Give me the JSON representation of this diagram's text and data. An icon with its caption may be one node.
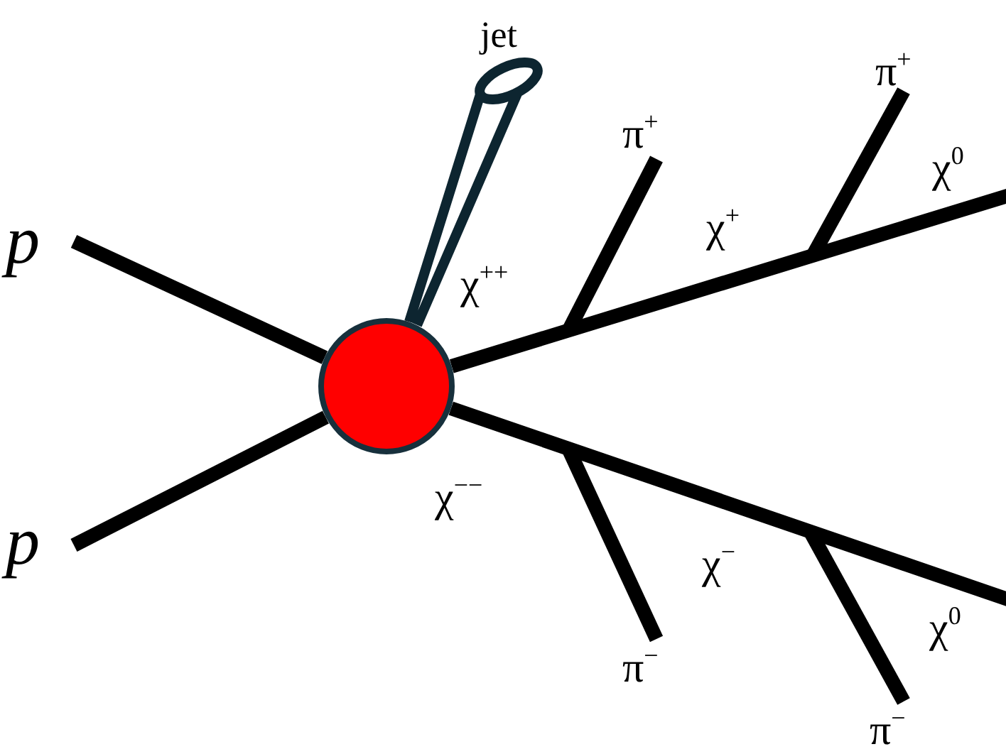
{
  "diagram": {
    "nodes": [
      {
        "text": [
          "p"
        ]
      },
      {
        "text": [
          "p"
        ]
      },
      {
        "text": [],
        "shape": "circle"
      },
      {
        "text": [
          "jet"
        ]
      },
      {
        "text": [
          "π$^{+}$"
        ]
      },
      {
        "text": [
          "π$^{+}$"
        ]
      },
      {
        "text": [
          "π$^{−}$"
        ]
      },
      {
        "text": [
          "π$^{−}$"
        ]
      }
    ],
    "edges": [
      {
        "from": 0,
        "to": 2,
        "arrow": "none"
      },
      {
        "from": 1,
        "to": 2,
        "arrow": "none"
      },
      {
        "from": 2,
        "to": 3,
        "arrow": "none"
      },
      {
        "from": 2,
        "to": null,
        "arrow": "none"
      },
      {
        "from": null,
        "to": 4,
        "arrow": "none"
      },
      {
        "from": null,
        "to": 5,
        "arrow": "none"
      },
      {
        "from": 2,
        "to": null,
        "arrow": "none"
      },
      {
        "from": null,
        "to": 6,
        "arrow": "none"
      },
      {
        "from": null,
        "to": 7,
        "arrow": "none"
      }
    ],
    "labels": [
      "χ$^{++}$",
      "χ$^{+}$",
      "χ$^{0}$",
      "χ$^{−−}$",
      "χ$^{−}$",
      "χ$^{0}$"
    ]
  }
}
